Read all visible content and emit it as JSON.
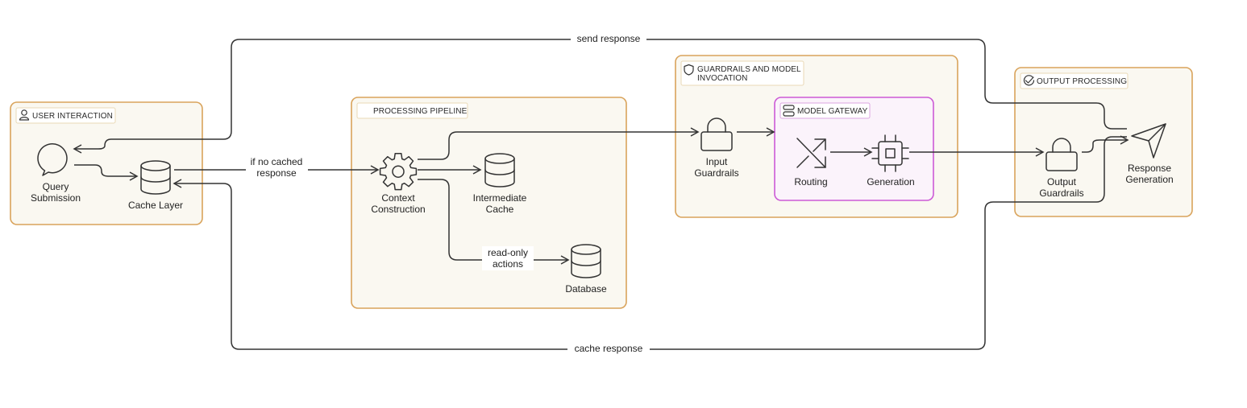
{
  "groups": {
    "user_interaction": "USER INTERACTION",
    "processing_pipeline": "PROCESSING PIPELINE",
    "guardrails_line1": "GUARDRAILS AND MODEL",
    "guardrails_line2": "INVOCATION",
    "model_gateway": "MODEL GATEWAY",
    "output_processing": "OUTPUT PROCESSING"
  },
  "nodes": {
    "query_l1": "Query",
    "query_l2": "Submission",
    "cache_layer": "Cache Layer",
    "context_l1": "Context",
    "context_l2": "Construction",
    "intermediate_l1": "Intermediate",
    "intermediate_l2": "Cache",
    "database": "Database",
    "input_l1": "Input",
    "input_l2": "Guardrails",
    "routing": "Routing",
    "generation": "Generation",
    "output_l1": "Output",
    "output_l2": "Guardrails",
    "response_l1": "Response",
    "response_l2": "Generation"
  },
  "edges": {
    "send_response": "send response",
    "cache_response": "cache response",
    "no_cached_l1": "if no cached",
    "no_cached_l2": "response",
    "read_only_l1": "read-only",
    "read_only_l2": "actions"
  },
  "colors": {
    "group_border": "#d9a35b",
    "group_fill": "#faf8f1",
    "gateway_border": "#cc5ad6",
    "gateway_fill": "#fbf3fb"
  }
}
